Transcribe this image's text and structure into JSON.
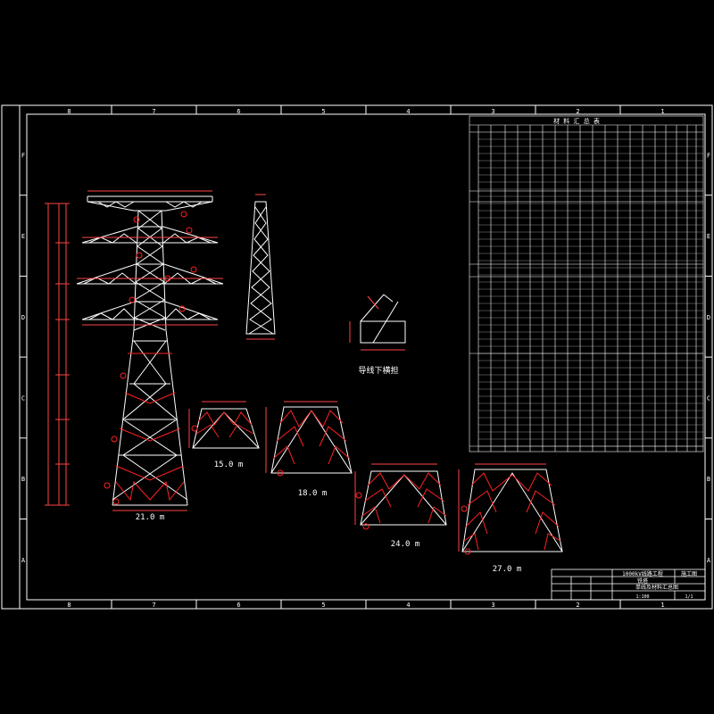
{
  "colors": {
    "background": "#000000",
    "line": "#ffffff",
    "member": "#ff2222",
    "dim": "#ff4444",
    "axis": "#c83232"
  },
  "grid": {
    "columns": [
      "8",
      "7",
      "6",
      "5",
      "4",
      "3",
      "2",
      "1"
    ],
    "rows": [
      "F",
      "E",
      "D",
      "C",
      "B",
      "A"
    ]
  },
  "tower": {
    "base_label": "21.0 m"
  },
  "leg_sections": [
    {
      "label": "15.0 m"
    },
    {
      "label": "18.0 m"
    },
    {
      "label": "24.0 m"
    },
    {
      "label": "27.0 m"
    }
  ],
  "detail": {
    "caption": "导线下横担"
  },
  "table": {
    "title": "材 料 汇 总 表"
  },
  "title_block": {
    "project": "1000kV线路工程",
    "stage": "施工图",
    "tower_name": "铁塔",
    "drawing_title": "单线及材料汇总图",
    "drawing_no": "1:100",
    "sheet": "1/1"
  }
}
